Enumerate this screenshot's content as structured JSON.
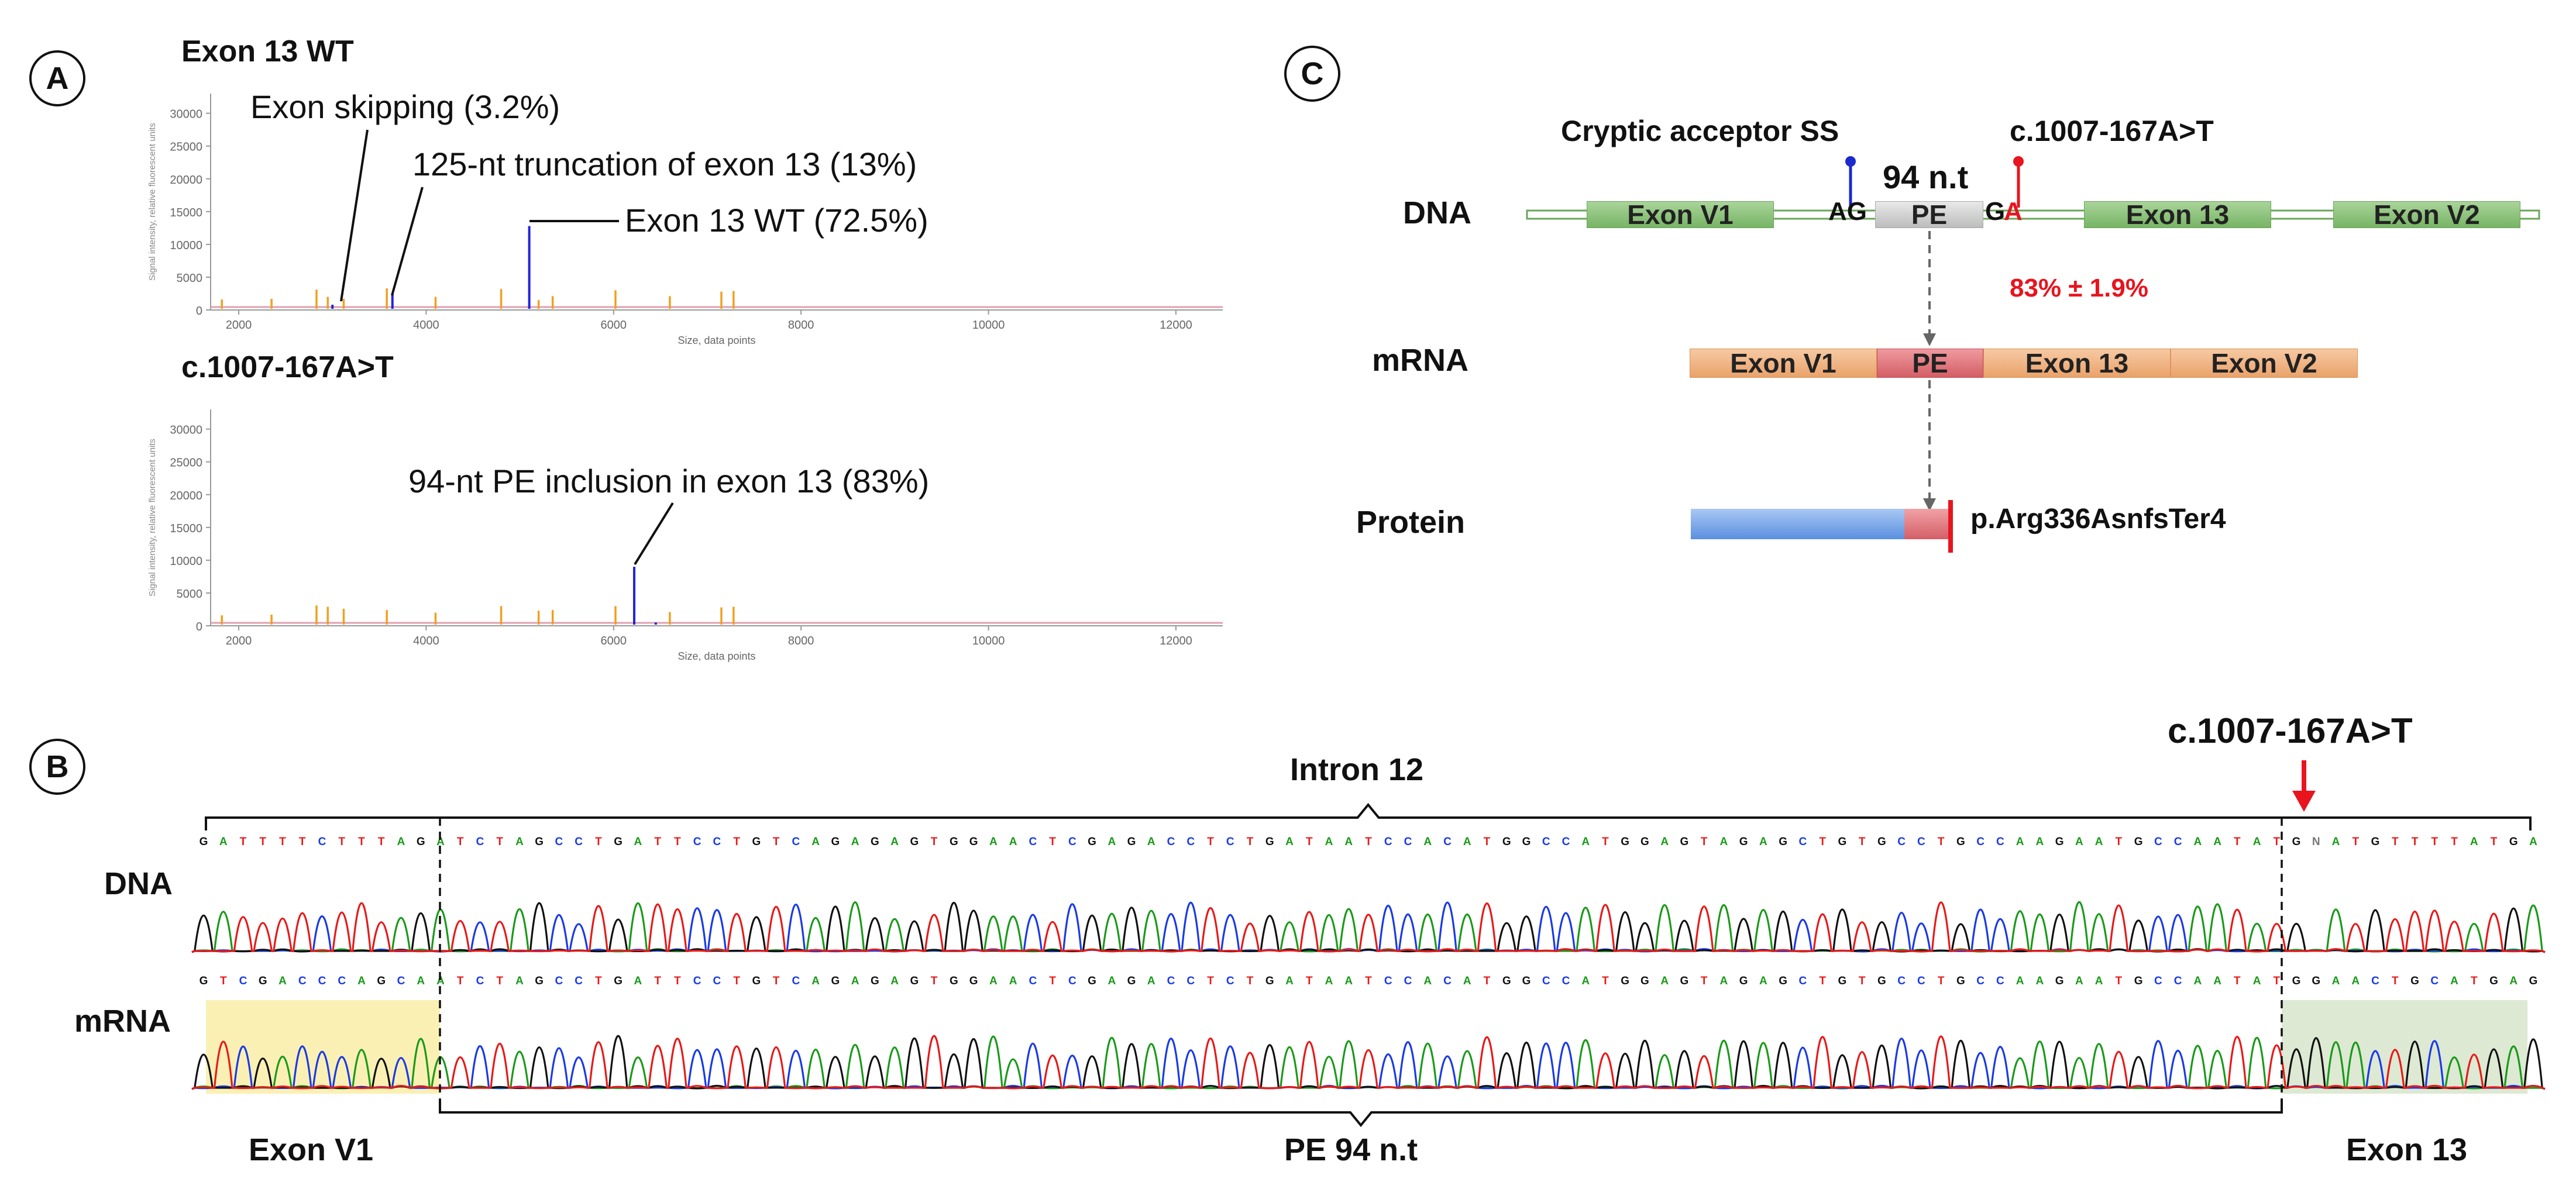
{
  "panel_a": {
    "letter": "A",
    "wt_title": "Exon 13 WT",
    "mut_title": "c.1007-167A>T",
    "ylabel": "Signal intensity, relative fluorescent units",
    "xlabel": "Size, data points",
    "anno_skip": "Exon skipping (3.2%)",
    "anno_trunc": "125-nt truncation of exon 13 (13%)",
    "anno_wt": "Exon 13 WT (72.5%)",
    "anno_pe": "94-nt PE inclusion in exon 13 (83%)"
  },
  "chart_data": [
    {
      "type": "line",
      "title": "Exon 13 WT",
      "xlabel": "Size, data points",
      "ylabel": "Signal intensity, relative fluorescent units",
      "xlim": [
        1700,
        12500
      ],
      "ylim": [
        0,
        33000
      ],
      "xticks": [
        "2000",
        "4000",
        "6000",
        "8000",
        "10000",
        "12000"
      ],
      "yticks": [
        "0",
        "5000",
        "10000",
        "15000",
        "20000",
        "25000",
        "30000"
      ],
      "series": [
        {
          "color": "#2222dd",
          "peaks": [
            [
              3000,
              800
            ],
            [
              3640,
              2500
            ],
            [
              5100,
              12800
            ]
          ]
        },
        {
          "color": "#f0a020",
          "peaks": [
            [
              1820,
              1600
            ],
            [
              2350,
              1700
            ],
            [
              2830,
              3100
            ],
            [
              2950,
              2000
            ],
            [
              3120,
              1700
            ],
            [
              3580,
              3300
            ],
            [
              4100,
              2000
            ],
            [
              4800,
              3200
            ],
            [
              5200,
              1500
            ],
            [
              5350,
              2100
            ],
            [
              6020,
              3000
            ],
            [
              6600,
              2100
            ],
            [
              7150,
              2800
            ],
            [
              7280,
              2900
            ]
          ]
        }
      ]
    },
    {
      "type": "line",
      "title": "c.1007-167A>T",
      "xlabel": "Size, data points",
      "ylabel": "Signal intensity, relative fluorescent units",
      "xlim": [
        1700,
        12500
      ],
      "ylim": [
        0,
        33000
      ],
      "xticks": [
        "2000",
        "4000",
        "6000",
        "8000",
        "10000",
        "12000"
      ],
      "yticks": [
        "0",
        "5000",
        "10000",
        "15000",
        "20000",
        "25000",
        "30000"
      ],
      "series": [
        {
          "color": "#2222dd",
          "peaks": [
            [
              6220,
              9000
            ],
            [
              6450,
              500
            ]
          ]
        },
        {
          "color": "#f0a020",
          "peaks": [
            [
              1820,
              1600
            ],
            [
              2350,
              1700
            ],
            [
              2830,
              3100
            ],
            [
              2950,
              2900
            ],
            [
              3120,
              2600
            ],
            [
              3580,
              2400
            ],
            [
              4100,
              2000
            ],
            [
              4800,
              3000
            ],
            [
              5200,
              2300
            ],
            [
              5350,
              2400
            ],
            [
              6020,
              3000
            ],
            [
              6600,
              2100
            ],
            [
              7150,
              2800
            ],
            [
              7280,
              2900
            ]
          ]
        }
      ]
    }
  ],
  "panel_b": {
    "letter": "B",
    "intron_label": "Intron 12",
    "variant_label": "c.1007-167A>T",
    "dna_label": "DNA",
    "mrna_label": "mRNA",
    "exon_v1_label": "Exon V1",
    "pe_label": "PE 94 n.t",
    "exon13_label": "Exon 13",
    "dna_seq": "GATTTTCTTTAGATCTAGCCTGATTCCTGTCAGAGAGTGGAACTCGAGACCTCTGATAATCCACATGGCCATGGAGTAGAGCTGTGCCTGCCAAGAATGCCAATATGNATGTTTTATGA",
    "mrna_seq": "GTCGACCCAGCAATCTAGCCTGATTCCTGTCAGAGAGTGGAACTCGAGACCTCTGATAATCCACATGGCCATGGAGTAGAGCTGTGCCTGCCAAGAATGCCAATATGGAACTGCATGAG"
  },
  "panel_c": {
    "letter": "C",
    "cryptic_label": "Cryptic acceptor SS",
    "variant_label": "c.1007-167A>T",
    "pe_size_label": "94 n.t",
    "dna_label": "DNA",
    "mrna_label": "mRNA",
    "protein_label": "Protein",
    "dna_exons": [
      "Exon V1",
      "PE",
      "Exon 13",
      "Exon V2"
    ],
    "ag_label": "AG",
    "g_label": "G",
    "a_label": "A",
    "percent_label": "83% ± 1.9%",
    "mrna_exons": [
      "Exon V1",
      "PE",
      "Exon 13",
      "Exon V2"
    ],
    "protein_change": "p.Arg336AsnfsTer4"
  },
  "colors": {
    "A": "#1a9a1a",
    "C": "#1a3ae6",
    "G": "#111111",
    "T": "#e61a1a",
    "blue_peak": "#2222dd",
    "orange_peak": "#f0a020",
    "variant_red": "#e8141e",
    "cryptic_blue": "#1a2acc"
  }
}
